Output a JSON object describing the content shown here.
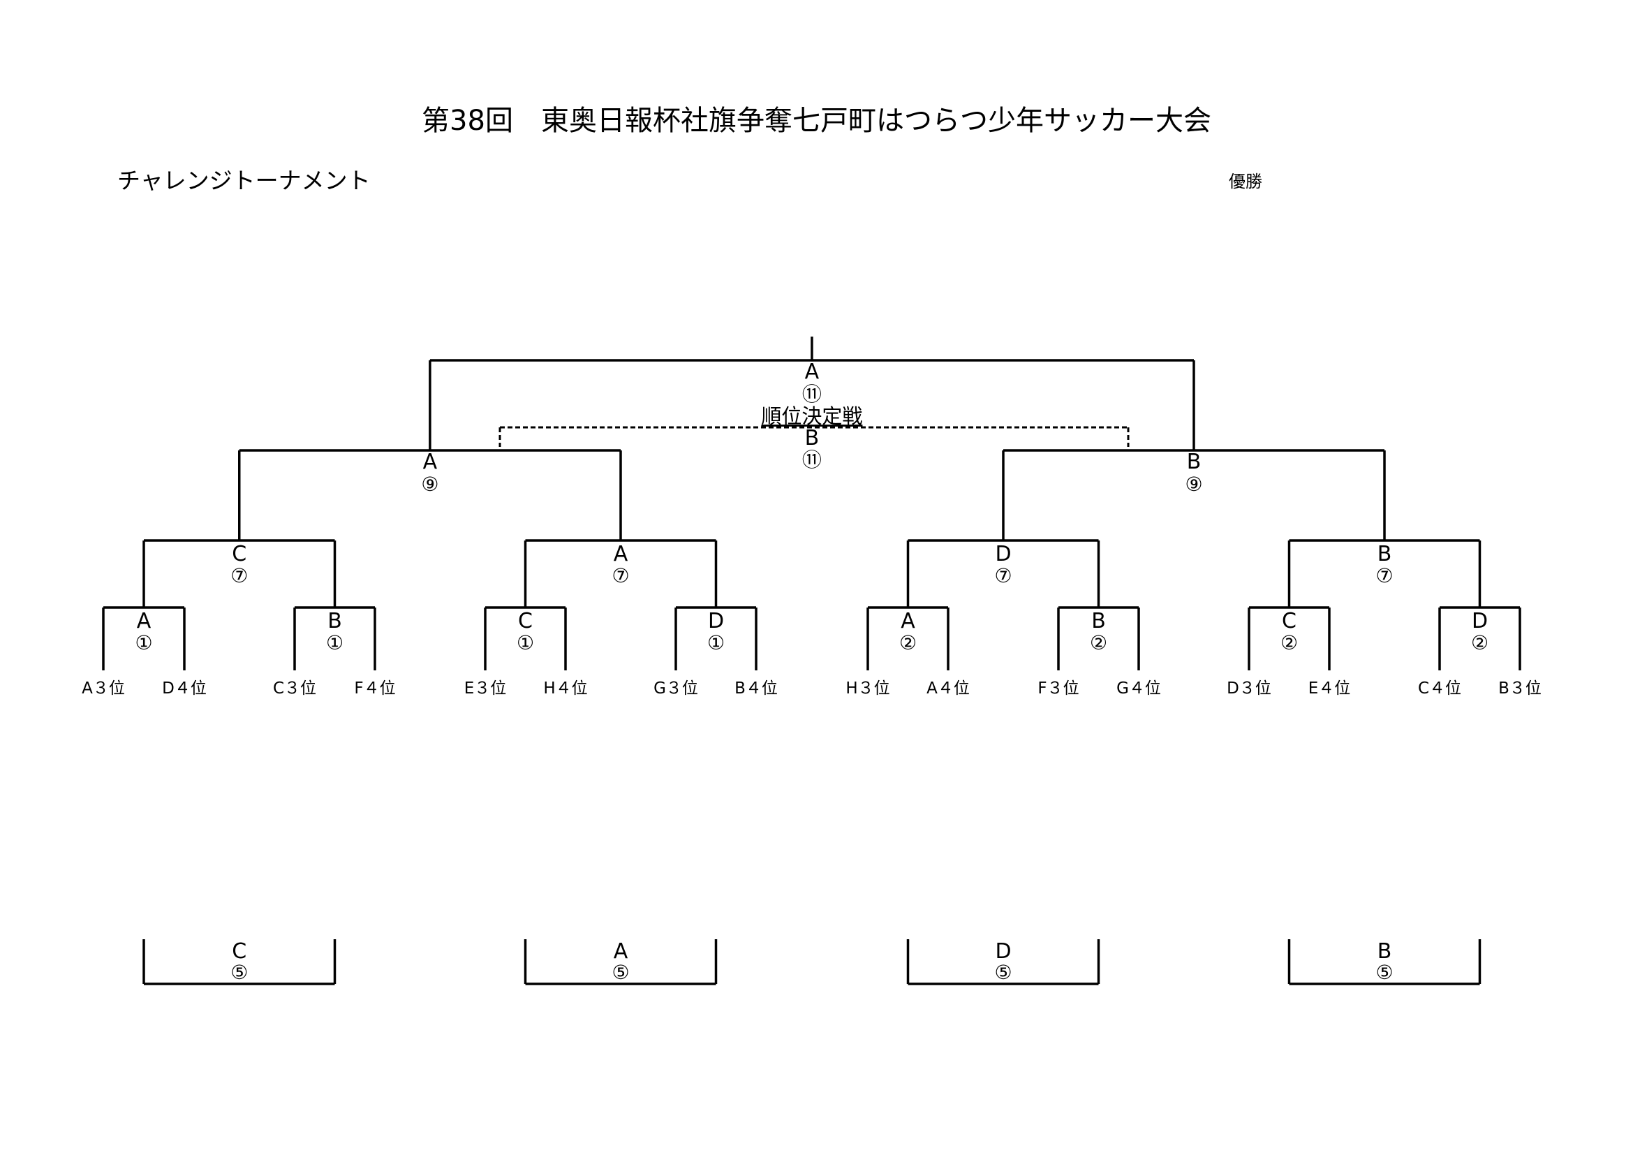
{
  "title": "第38回　東奥日報杯社旗争奪七戸町はつらつ少年サッカー大会",
  "subtitle": "チャレンジトーナメント",
  "champion_label": "優勝",
  "final": {
    "court": "A",
    "match": "⑪"
  },
  "third_place": {
    "label": "順位決定戦",
    "court": "B",
    "match": "⑪"
  },
  "semifinals": [
    {
      "court": "A",
      "match": "⑨"
    },
    {
      "court": "B",
      "match": "⑨"
    }
  ],
  "quarterfinals": [
    {
      "court": "C",
      "match": "⑦"
    },
    {
      "court": "A",
      "match": "⑦"
    },
    {
      "court": "D",
      "match": "⑦"
    },
    {
      "court": "B",
      "match": "⑦"
    }
  ],
  "first_round": [
    {
      "court": "A",
      "match": "①",
      "teams": [
        "A３位",
        "D４位"
      ]
    },
    {
      "court": "B",
      "match": "①",
      "teams": [
        "C３位",
        "F４位"
      ]
    },
    {
      "court": "C",
      "match": "①",
      "teams": [
        "E３位",
        "H４位"
      ]
    },
    {
      "court": "D",
      "match": "①",
      "teams": [
        "G３位",
        "B４位"
      ]
    },
    {
      "court": "A",
      "match": "②",
      "teams": [
        "H３位",
        "A４位"
      ]
    },
    {
      "court": "B",
      "match": "②",
      "teams": [
        "F３位",
        "G４位"
      ]
    },
    {
      "court": "C",
      "match": "②",
      "teams": [
        "D３位",
        "E４位"
      ]
    },
    {
      "court": "D",
      "match": "②",
      "teams": [
        "C４位",
        "B３位"
      ]
    }
  ],
  "consolation": [
    {
      "court": "C",
      "match": "⑤"
    },
    {
      "court": "A",
      "match": "⑤"
    },
    {
      "court": "D",
      "match": "⑤"
    },
    {
      "court": "B",
      "match": "⑤"
    }
  ]
}
